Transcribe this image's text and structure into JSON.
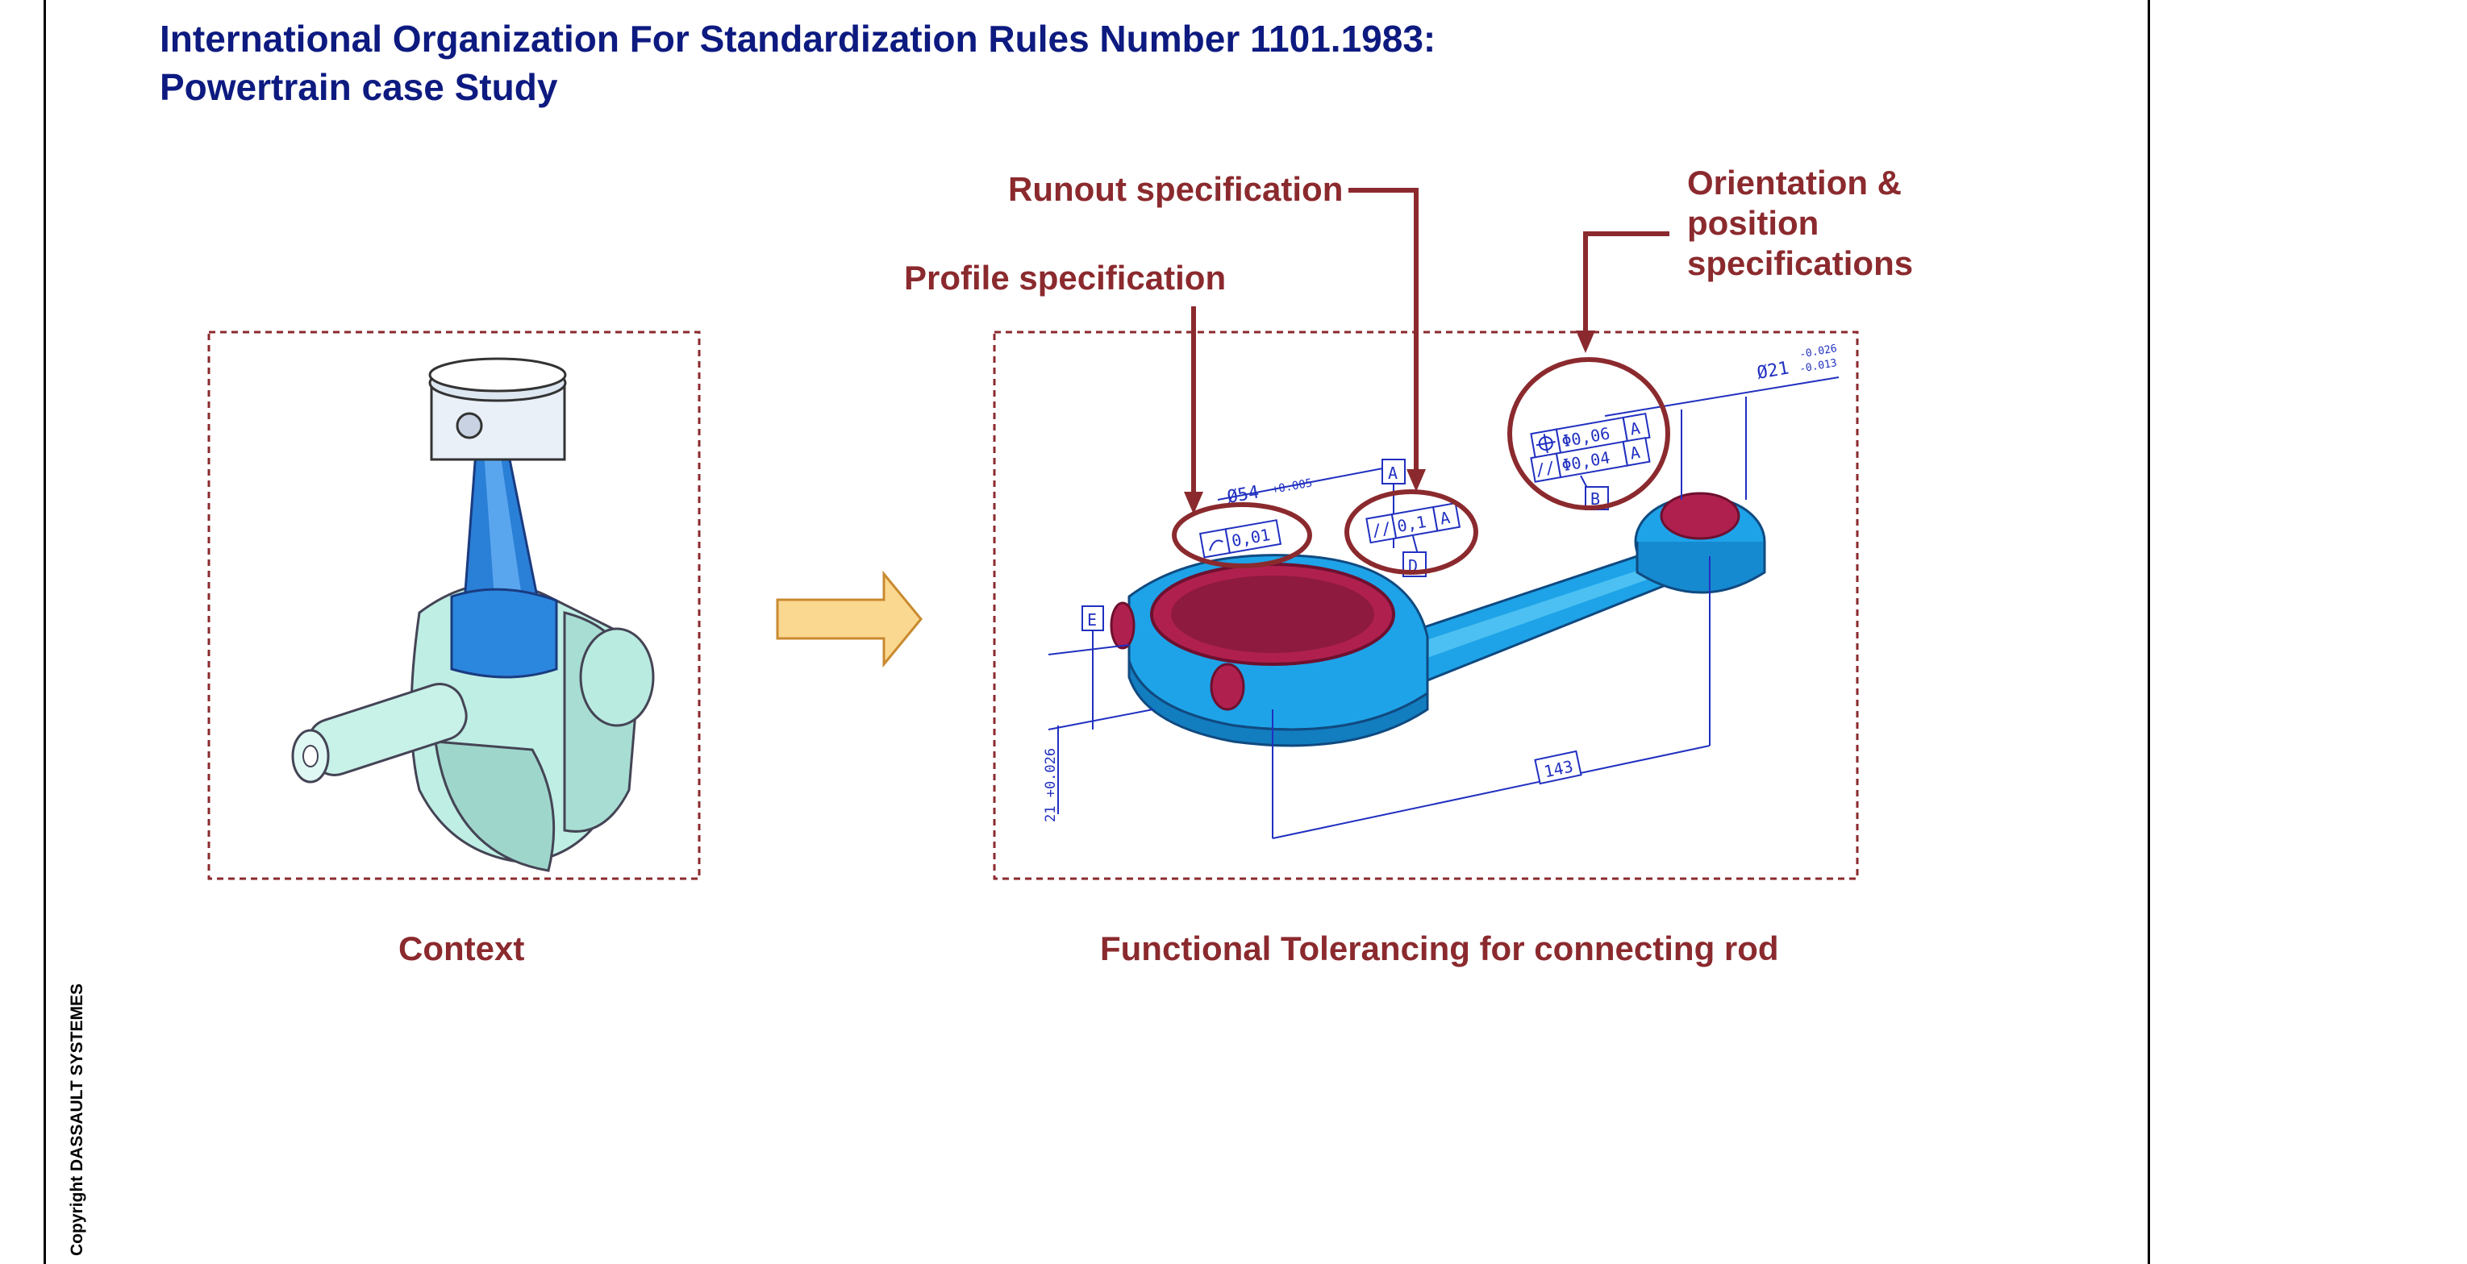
{
  "title": {
    "line1": "International Organization For Standardization Rules Number 1101.1983:",
    "line2": "Powertrain case Study"
  },
  "callouts": {
    "runout": "Runout specification",
    "profile": "Profile specification",
    "orientation_line1": "Orientation &",
    "orientation_line2": "position",
    "orientation_line3": "specifications"
  },
  "captions": {
    "context": "Context",
    "functional": "Functional Tolerancing for connecting rod"
  },
  "copyright": "Copyright DASSAULT SYSTEMES",
  "drawing_labels": {
    "diam54": "Ø54",
    "diam54_tol": "+0.005",
    "datum_a": "A",
    "datum_b": "B",
    "datum_d": "D",
    "datum_e": "E",
    "profile_frame": "0,01",
    "runout_frame": "0,1",
    "runout_datum": "A",
    "pos_frame": "Φ0,06",
    "pos_datum": "A",
    "par_frame": "Φ0,04",
    "par_datum": "A",
    "diam21": "Ø21",
    "diam21_tol_upper": "-0.026",
    "diam21_tol_lower": "-0.013",
    "dim143": "143",
    "dim21_side": "21 +0.026"
  },
  "colors": {
    "title": "#0d1a80",
    "callout": "#8b2a2e",
    "rod_body": "#1ea3e8",
    "bore": "#b0204e",
    "dimension": "#2030c0",
    "arrow_fill": "#fbd890"
  }
}
